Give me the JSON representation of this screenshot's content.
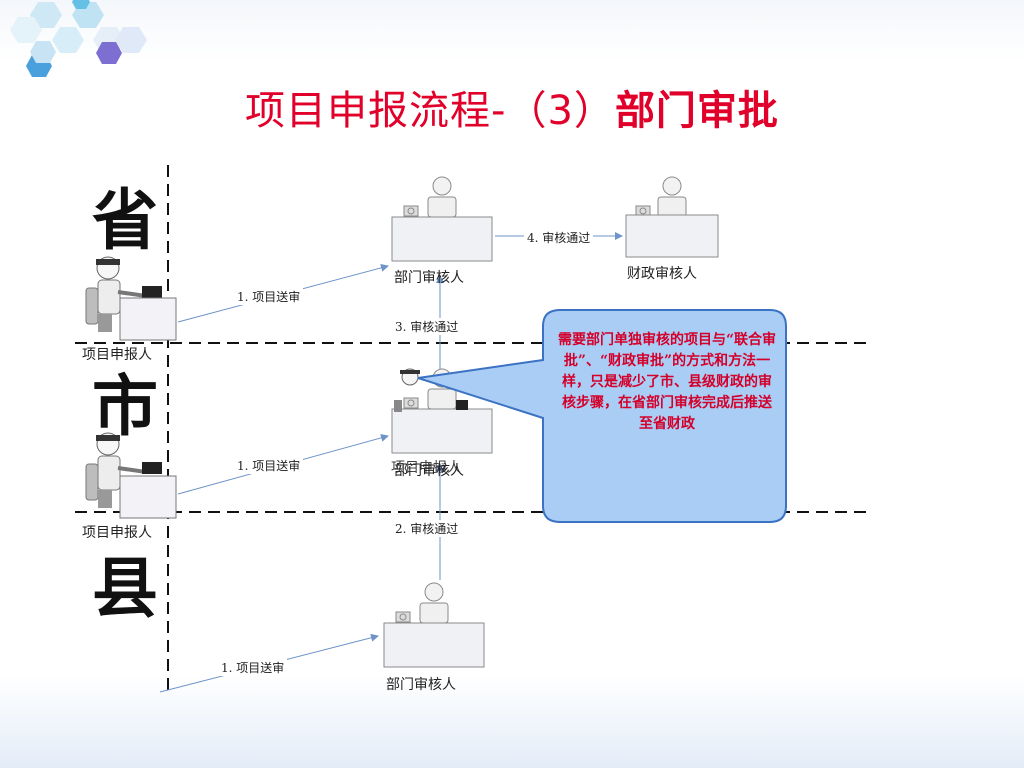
{
  "slide": {
    "title_part1": "项目申报流程-（3）",
    "title_part2": "部门审批"
  },
  "levels": {
    "province": "省",
    "city": "市",
    "county": "县"
  },
  "people": {
    "province_dept_reviewer": "部门审核人",
    "province_finance_reviewer": "财政审核人",
    "province_applicant": "项目申报人",
    "city_applicant": "项目申报人",
    "city_dept_reviewer": "部门审核人",
    "city_overlap_label": "项目申报人",
    "county_dept_reviewer": "部门审核人"
  },
  "steps": {
    "province_submit": "1. 项目送审",
    "province_to_finance": "4. 审核通过",
    "city_to_province": "3.   审核通过",
    "city_submit": "1. 项目送审",
    "county_to_city": "2.   审核通过",
    "county_submit": "1. 项目送审"
  },
  "callout": {
    "text": "需要部门单独审核的项目与“联合审批”、“财政审批”的方式和方法一样，只是减少了市、县级财政的审核步骤，在省部门审核完成后推送至省财政"
  },
  "colors": {
    "title_red": "#e0002a",
    "callout_fill": "#a9cdf5",
    "callout_border": "#3b72c4",
    "callout_text": "#d4002a",
    "arrow_blue": "#6d93c9"
  }
}
